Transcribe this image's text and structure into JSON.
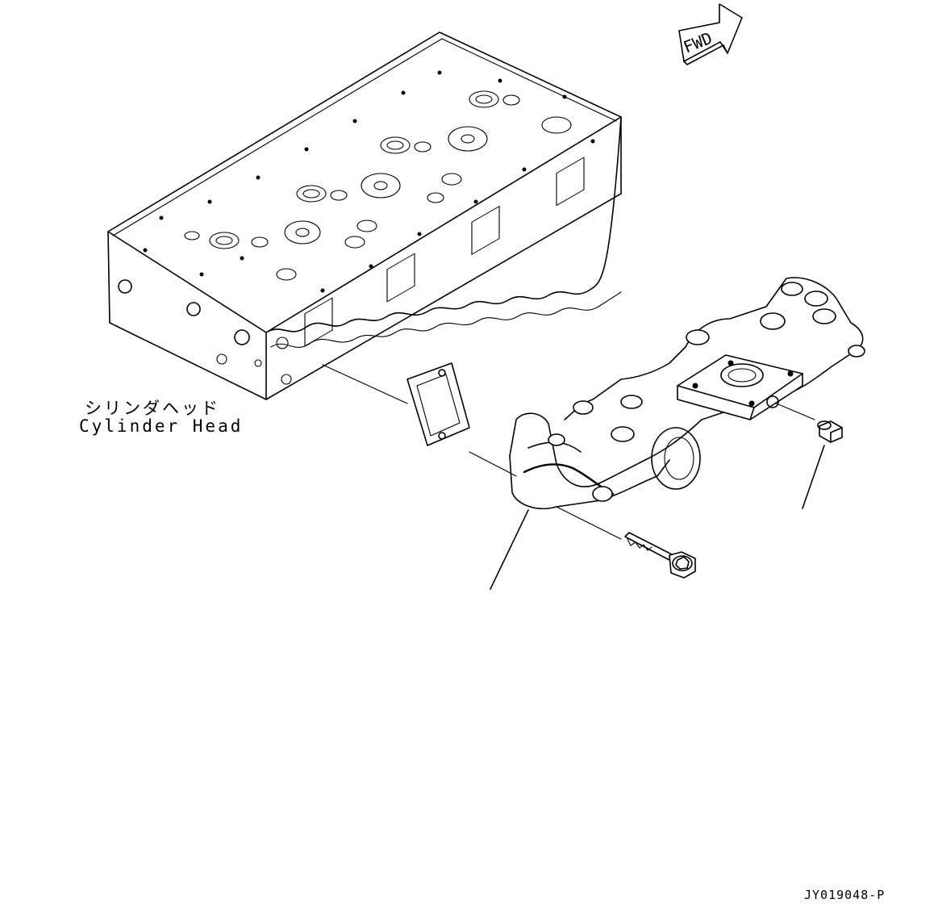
{
  "labels": {
    "cylinder_head_jp": "シリンダヘッド",
    "cylinder_head_en": "Cylinder Head",
    "fwd": "FWD",
    "drawing_id": "JY019048-P"
  }
}
